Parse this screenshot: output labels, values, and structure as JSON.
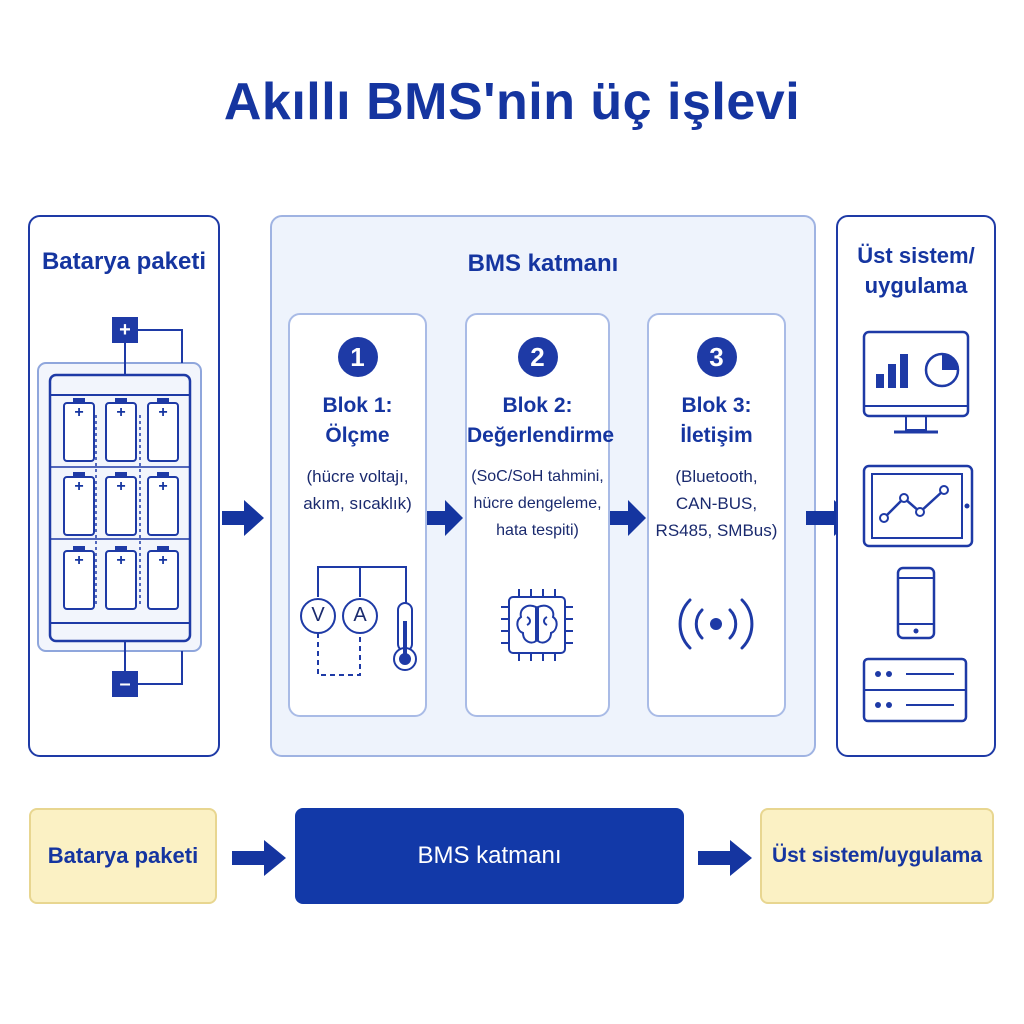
{
  "title": "Akıllı BMS'nin üç işlevi",
  "battery_panel": {
    "title": "Batarya paketi",
    "plus_label": "+",
    "minus_label": "–",
    "cell_label": "+"
  },
  "bms_panel": {
    "title": "BMS katmanı",
    "blocks": [
      {
        "number": "1",
        "title_line1": "Blok 1:",
        "title_line2": "Ölçme",
        "desc": [
          "(hücre voltajı,",
          "akım, sıcaklık)"
        ],
        "icon": "voltmeter-ammeter-thermometer-icon",
        "meter_v": "V",
        "meter_a": "A"
      },
      {
        "number": "2",
        "title_line1": "Blok 2:",
        "title_line2": "Değerlendirme",
        "desc": [
          "(SoC/SoH tahmini,",
          "hücre dengeleme,",
          "hata tespiti)"
        ],
        "icon": "brain-chip-icon"
      },
      {
        "number": "3",
        "title_line1": "Blok 3:",
        "title_line2": "İletişim",
        "desc": [
          "(Bluetooth,",
          "CAN-BUS,",
          "RS485, SMBus)"
        ],
        "icon": "wireless-signal-icon"
      }
    ]
  },
  "upper_panel": {
    "title_line1": "Üst sistem/",
    "title_line2": "uygulama",
    "icons": [
      "monitor-chart-icon",
      "tablet-line-chart-icon",
      "smartphone-icon",
      "server-rack-icon"
    ]
  },
  "bottom_flow": {
    "left": "Batarya paketi",
    "middle": "BMS katmanı",
    "right": "Üst sistem/uygulama"
  },
  "colors": {
    "primary": "#1e3aa6",
    "bms_bg": "#eef3fc",
    "yellow_box": "#fbf1c4",
    "dark_box": "#1239a8"
  }
}
